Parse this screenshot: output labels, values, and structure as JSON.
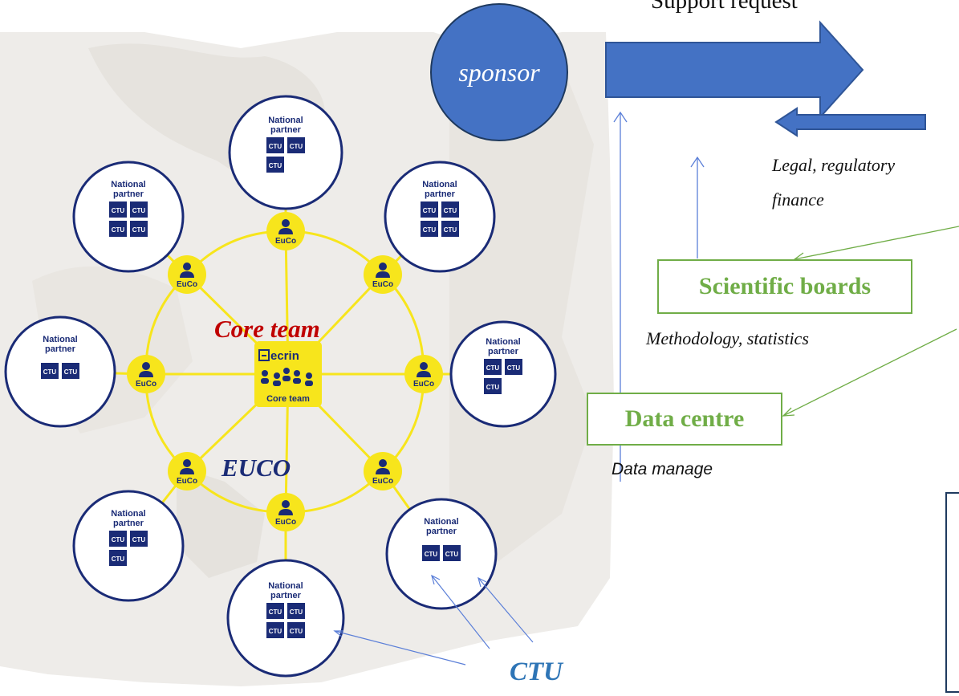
{
  "colors": {
    "navy": "#1A2B76",
    "yellow": "#F7E51C",
    "sponsor_blue": "#4472C4",
    "arrow_outline": "#2F5597",
    "green": "#70AD47",
    "core_red": "#C00000",
    "ctu_label_blue": "#2E75B6",
    "map_bg": "#EDEBE8"
  },
  "top_label": "Support request",
  "sponsor_label": "sponsor",
  "core_team_label": "Core team",
  "euco_label": "EUCO",
  "ctu_caption": "CTU",
  "ecrin_logo_text": "ecrin",
  "coreteam_node_label": "Core team",
  "euco_node_label": "EuCo",
  "national_partner_line1": "National",
  "national_partner_line2": "partner",
  "ctu_box_label": "CTU",
  "legal_line1": "Legal, regulatory",
  "legal_line2": "finance",
  "scientific_boards": "Scientific boards",
  "methodology": "Methodology, statistics",
  "data_centre": "Data centre",
  "data_manage": "Data manage",
  "icons": [
    "person-icon",
    "people-group-icon",
    "ecrin-logo-icon",
    "arrow-right-icon",
    "arrow-left-icon"
  ]
}
